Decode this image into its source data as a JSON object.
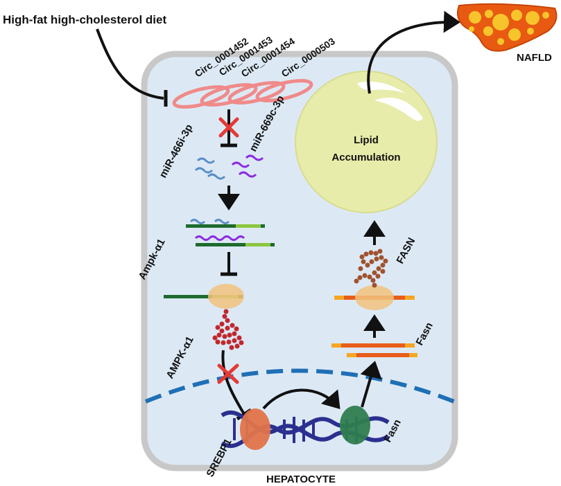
{
  "diet_label": "High-fat high-cholesterol diet",
  "circrnas": [
    "Circ_0001452",
    "Circ_0001453",
    "Circ_0001454",
    "Circ_0000503"
  ],
  "mirnas": [
    "miR-466i-3p",
    "miR-669c-3p"
  ],
  "ampk_mrna_label": "Ampk-α1",
  "ampk_protein_label": "AMPK-α1",
  "srebp1_label": "SREBP1",
  "fasn_gene_label": "Fasn",
  "fasn_mrna_label": "Fasn",
  "fasn_protein_label": "FASN",
  "lipid_label_line1": "Lipid",
  "lipid_label_line2": "Accumulation",
  "nafld_label": "NAFLD",
  "cell_label": "HEPATOCYTE",
  "colors": {
    "cell_fill": "#dce9f5",
    "cell_border": "#c8c8c8",
    "circ_rna": "#f08a8a",
    "mirna_blue": "#5b8fc7",
    "mirna_purple": "#8a2be2",
    "mrna_green": "#1e6b2e",
    "mrna_light": "#8cc63f",
    "ribosome": "#f1c27d",
    "ampk_protein": "#c1272d",
    "fasn_protein": "#a0522d",
    "fasn_mrna": "#e85d1a",
    "fasn_mrna_edge": "#f6a623",
    "nucleus_border": "#1f6fb5",
    "dna": "#2b2f8f",
    "srebp1": "#e0744a",
    "fasn_gene_marker": "#2e7d4f",
    "lipid": "#e8ecaa",
    "liver": "#e85a12",
    "block_x": "#e53935"
  }
}
